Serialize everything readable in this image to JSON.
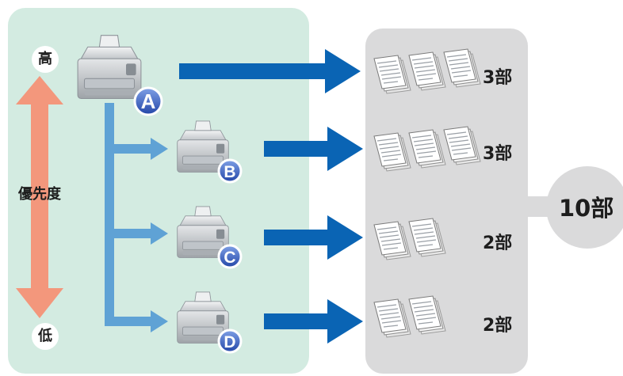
{
  "priority": {
    "high": "高",
    "low": "低",
    "label": "優先度"
  },
  "printers": [
    {
      "letter": "A",
      "copies": "3部"
    },
    {
      "letter": "B",
      "copies": "3部"
    },
    {
      "letter": "C",
      "copies": "2部"
    },
    {
      "letter": "D",
      "copies": "2部"
    }
  ],
  "total": "10部",
  "colors": {
    "arrow": "#0a64b4",
    "connector": "#5fa2d5",
    "priority_arrow": "#f3977c",
    "left_panel": "#d3ebe1",
    "right_panel": "#dadadb"
  }
}
